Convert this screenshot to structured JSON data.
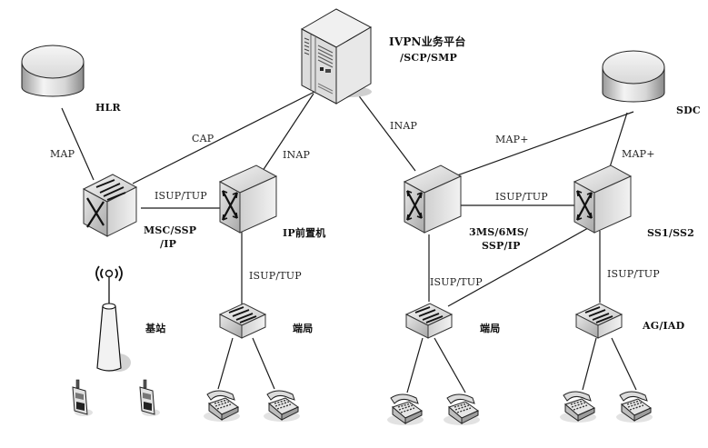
{
  "diagram": {
    "nodes": {
      "hlr": "HLR",
      "scp": "IVPN业务平台",
      "scp_sub": "/SCP/SMP",
      "sdc": "SDC",
      "msc_line1": "MSC/SSP",
      "msc_line2": "/IP",
      "ip_frontend": "IP前置机",
      "ms_line1": "3MS/6MS/",
      "ms_line2": "SSP/IP",
      "ss": "SS1/SS2",
      "base_station": "基站",
      "end_office_1": "端局",
      "end_office_2": "端局",
      "ag_iad": "AG/IAD"
    },
    "links": {
      "hlr_msc": "MAP",
      "msc_scp": "CAP",
      "ipfe_scp": "INAP",
      "scp_ms": "INAP",
      "msc_ipfe": "ISUP/TUP",
      "ms_sdc": "MAP+",
      "ss_sdc": "MAP+",
      "ms_ss": "ISUP/TUP",
      "ipfe_eo1": "ISUP/TUP",
      "ss_eo2": "ISUP/TUP",
      "ss_ag": "ISUP/TUP"
    },
    "legend_icons": [
      "database-icon",
      "server-icon",
      "switch-icon",
      "router-icon",
      "antenna-icon",
      "mobile-phone-icon",
      "telephone-icon"
    ]
  }
}
